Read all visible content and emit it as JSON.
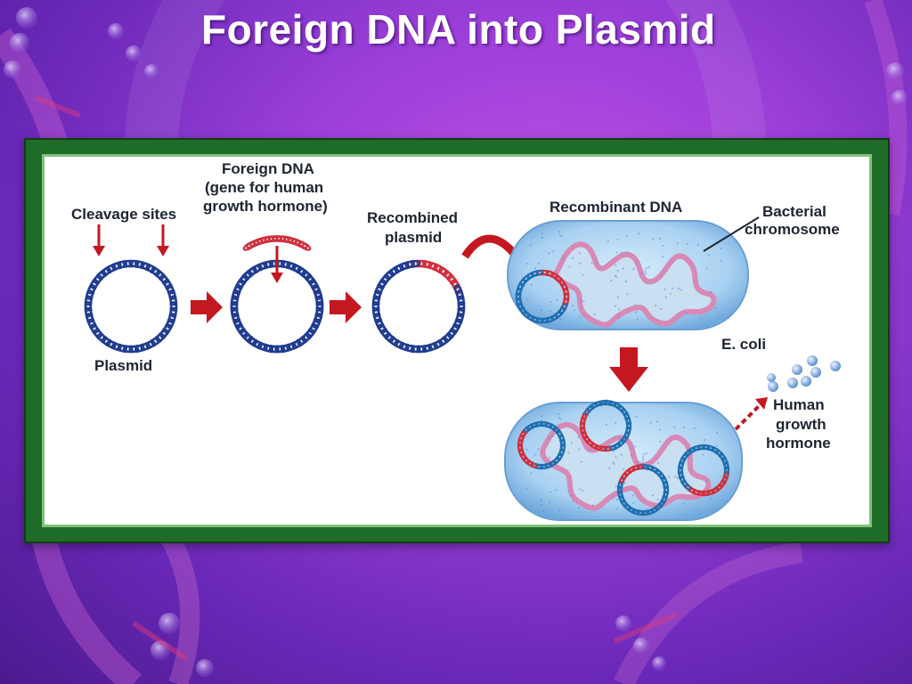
{
  "title": "Foreign DNA into Plasmid",
  "labels": {
    "cleavage_sites": "Cleavage sites",
    "plasmid": "Plasmid",
    "foreign_dna_line1": "Foreign DNA",
    "foreign_dna_line2": "(gene for human",
    "foreign_dna_line3": "growth hormone)",
    "recombined_line1": "Recombined",
    "recombined_line2": "plasmid",
    "recombinant_dna": "Recombinant DNA",
    "bacterial_line1": "Bacterial",
    "bacterial_line2": "chromosome",
    "ecoli": "E. coli",
    "hgh_line1": "Human",
    "hgh_line2": "growth",
    "hgh_line3": "hormone"
  },
  "colors": {
    "plasmid_blue": "#1f3c8f",
    "insert_red": "#d0303e",
    "arrow_red": "#c41820",
    "cell_blue": "#8fc0e8",
    "chromosome_pink": "#d889b6",
    "frame_green": "#1f6b28"
  }
}
